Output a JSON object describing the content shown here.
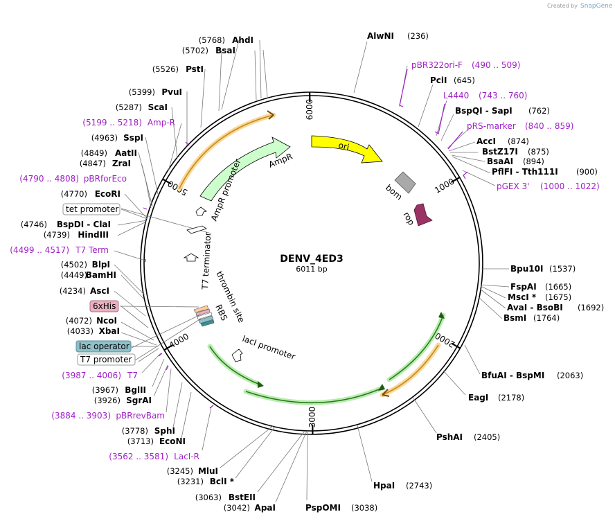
{
  "credit": {
    "prefix": "Created by",
    "brand": "SnapGene"
  },
  "plasmid": {
    "name": "DENV_4ED3",
    "length_label": "6011 bp"
  },
  "ticks": [
    {
      "label": "1000",
      "bp": 1000
    },
    {
      "label": "2000",
      "bp": 2000
    },
    {
      "label": "3000",
      "bp": 3000
    },
    {
      "label": "4000",
      "bp": 4000
    },
    {
      "label": "5000",
      "bp": 5000
    },
    {
      "label": "6000",
      "bp": 6000
    }
  ],
  "features": [
    {
      "name": "ori",
      "label": "ori",
      "color": "#ffff00"
    },
    {
      "name": "bom",
      "label": "bom",
      "color": "#a9a9a9"
    },
    {
      "name": "rop",
      "label": "rop",
      "color": "#993366"
    },
    {
      "name": "AmpR",
      "label": "AmpR",
      "color": "#ccffcc"
    },
    {
      "name": "AmpR promoter",
      "label": "AmpR promoter",
      "color": "#ffffff"
    },
    {
      "name": "T7 terminator",
      "label": "T7 terminator",
      "color": "#ffffff"
    },
    {
      "name": "thrombin site",
      "label": "thrombin site",
      "color": "#ffcc99"
    },
    {
      "name": "RBS",
      "label": "RBS",
      "color": "#ffffff"
    },
    {
      "name": "lacI promoter",
      "label": "lacI promoter",
      "color": "#ffffff"
    }
  ],
  "boxed_labels": [
    {
      "name": "tet promoter",
      "label": "tet promoter",
      "fill": "#ffffff",
      "stroke": "#999999"
    },
    {
      "name": "6xHis",
      "label": "6xHis",
      "fill": "#e8b0c0",
      "stroke": "#b07080"
    },
    {
      "name": "lac operator",
      "label": "lac operator",
      "fill": "#8fc0c8",
      "stroke": "#5a8f98"
    },
    {
      "name": "T7 promoter",
      "label": "T7 promoter",
      "fill": "#ffffff",
      "stroke": "#999999"
    }
  ],
  "sites": [
    {
      "name": "AlwNI",
      "pos": "(236)"
    },
    {
      "name": "pBR322ori-F",
      "pos": "(490 .. 509)",
      "primer": true
    },
    {
      "name": "PciI",
      "pos": "(645)"
    },
    {
      "name": "L4440",
      "pos": "(743 .. 760)",
      "primer": true
    },
    {
      "name": "BspQI - SapI",
      "pos": "(762)"
    },
    {
      "name": "pRS-marker",
      "pos": "(840 .. 859)",
      "primer": true
    },
    {
      "name": "AccI",
      "pos": "(874)"
    },
    {
      "name": "BstZ17I",
      "pos": "(875)"
    },
    {
      "name": "BsaAI",
      "pos": "(894)"
    },
    {
      "name": "PflFI - Tth111I",
      "pos": "(900)"
    },
    {
      "name": "pGEX 3'",
      "pos": "(1000 .. 1022)",
      "primer": true
    },
    {
      "name": "Bpu10I",
      "pos": "(1537)"
    },
    {
      "name": "FspAI",
      "pos": "(1665)"
    },
    {
      "name": "MscI *",
      "pos": "(1675)"
    },
    {
      "name": "AvaI - BsoBI",
      "pos": "(1692)"
    },
    {
      "name": "BsmI",
      "pos": "(1764)"
    },
    {
      "name": "BfuAI - BspMI",
      "pos": "(2063)"
    },
    {
      "name": "EagI",
      "pos": "(2178)"
    },
    {
      "name": "PshAI",
      "pos": "(2405)"
    },
    {
      "name": "HpaI",
      "pos": "(2743)"
    },
    {
      "name": "PspOMI",
      "pos": "(3038)"
    },
    {
      "name": "ApaI",
      "pos": "(3042)"
    },
    {
      "name": "BstEII",
      "pos": "(3063)"
    },
    {
      "name": "BclI *",
      "pos": "(3231)"
    },
    {
      "name": "MluI",
      "pos": "(3245)"
    },
    {
      "name": "LacI-R",
      "pos": "(3562 .. 3581)",
      "primer": true
    },
    {
      "name": "EcoNI",
      "pos": "(3713)"
    },
    {
      "name": "SphI",
      "pos": "(3778)"
    },
    {
      "name": "pBRrevBam",
      "pos": "(3884 .. 3903)",
      "primer": true
    },
    {
      "name": "SgrAI",
      "pos": "(3926)"
    },
    {
      "name": "BglII",
      "pos": "(3967)"
    },
    {
      "name": "T7",
      "pos": "(3987 .. 4006)",
      "primer": true
    },
    {
      "name": "XbaI",
      "pos": "(4033)"
    },
    {
      "name": "NcoI",
      "pos": "(4072)"
    },
    {
      "name": "AscI",
      "pos": "(4234)"
    },
    {
      "name": "BamHI",
      "pos": "(4449)"
    },
    {
      "name": "BlpI",
      "pos": "(4502)"
    },
    {
      "name": "T7 Term",
      "pos": "(4499 .. 4517)",
      "primer": true
    },
    {
      "name": "HindIII",
      "pos": "(4739)"
    },
    {
      "name": "BspDI - ClaI",
      "pos": "(4746)"
    },
    {
      "name": "EcoRI",
      "pos": "(4770)"
    },
    {
      "name": "pBRforEco",
      "pos": "(4790 .. 4808)",
      "primer": true
    },
    {
      "name": "ZraI",
      "pos": "(4847)"
    },
    {
      "name": "AatII",
      "pos": "(4849)"
    },
    {
      "name": "SspI",
      "pos": "(4963)"
    },
    {
      "name": "Amp-R",
      "pos": "(5199 .. 5218)",
      "primer": true
    },
    {
      "name": "ScaI",
      "pos": "(5287)"
    },
    {
      "name": "PvuI",
      "pos": "(5399)"
    },
    {
      "name": "PstI",
      "pos": "(5526)"
    },
    {
      "name": "BsaI",
      "pos": "(5702)"
    },
    {
      "name": "AhdI",
      "pos": "(5768)"
    }
  ]
}
